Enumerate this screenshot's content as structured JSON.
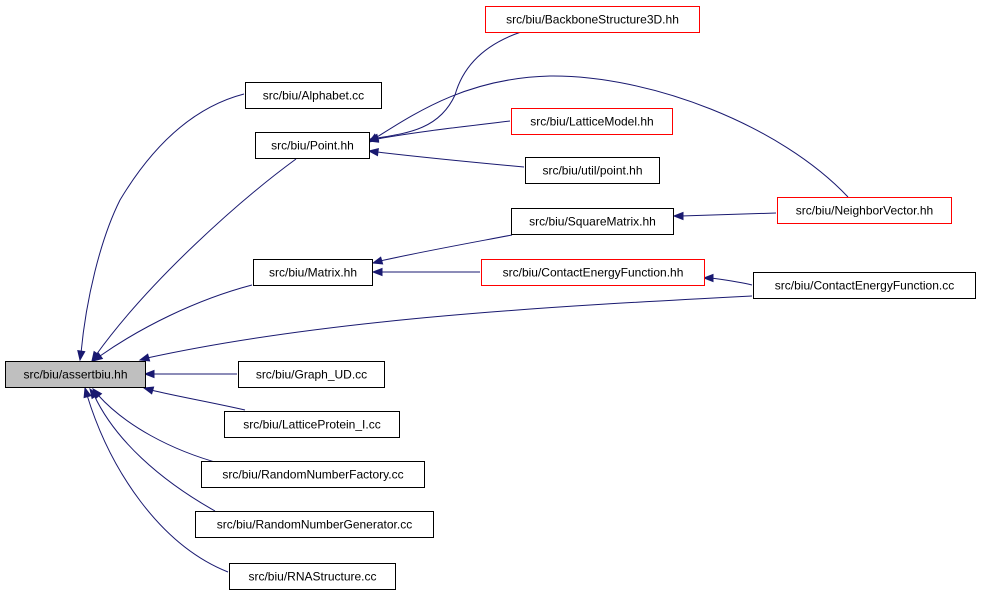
{
  "colors": {
    "edge": "#191970",
    "border_default": "#000000",
    "border_truncated": "#ff0000",
    "fill_default": "#ffffff",
    "fill_root": "#bfbfbf"
  },
  "nodes": [
    {
      "id": "assertbiu_hh",
      "label": "src/biu/assertbiu.hh",
      "style": "root"
    },
    {
      "id": "alphabet_cc",
      "label": "src/biu/Alphabet.cc",
      "style": "default"
    },
    {
      "id": "point_hh",
      "label": "src/biu/Point.hh",
      "style": "default"
    },
    {
      "id": "backbone_hh",
      "label": "src/biu/BackboneStructure3D.hh",
      "style": "truncated"
    },
    {
      "id": "latticemodel_hh",
      "label": "src/biu/LatticeModel.hh",
      "style": "truncated"
    },
    {
      "id": "util_point_hh",
      "label": "src/biu/util/point.hh",
      "style": "default"
    },
    {
      "id": "squarematrix_hh",
      "label": "src/biu/SquareMatrix.hh",
      "style": "default"
    },
    {
      "id": "neighborvector_hh",
      "label": "src/biu/NeighborVector.hh",
      "style": "truncated"
    },
    {
      "id": "matrix_hh",
      "label": "src/biu/Matrix.hh",
      "style": "default"
    },
    {
      "id": "cef_hh",
      "label": "src/biu/ContactEnergyFunction.hh",
      "style": "truncated"
    },
    {
      "id": "cef_cc",
      "label": "src/biu/ContactEnergyFunction.cc",
      "style": "default"
    },
    {
      "id": "graph_ud_cc",
      "label": "src/biu/Graph_UD.cc",
      "style": "default"
    },
    {
      "id": "latticeprotein_cc",
      "label": "src/biu/LatticeProtein_I.cc",
      "style": "default"
    },
    {
      "id": "rnf_cc",
      "label": "src/biu/RandomNumberFactory.cc",
      "style": "default"
    },
    {
      "id": "rng_cc",
      "label": "src/biu/RandomNumberGenerator.cc",
      "style": "default"
    },
    {
      "id": "rnastructure_cc",
      "label": "src/biu/RNAStructure.cc",
      "style": "default"
    }
  ],
  "edges": [
    {
      "from": "alphabet_cc",
      "to": "assertbiu_hh"
    },
    {
      "from": "point_hh",
      "to": "assertbiu_hh"
    },
    {
      "from": "matrix_hh",
      "to": "assertbiu_hh"
    },
    {
      "from": "cef_cc",
      "to": "assertbiu_hh"
    },
    {
      "from": "graph_ud_cc",
      "to": "assertbiu_hh"
    },
    {
      "from": "latticeprotein_cc",
      "to": "assertbiu_hh"
    },
    {
      "from": "rnf_cc",
      "to": "assertbiu_hh"
    },
    {
      "from": "rng_cc",
      "to": "assertbiu_hh"
    },
    {
      "from": "rnastructure_cc",
      "to": "assertbiu_hh"
    },
    {
      "from": "backbone_hh",
      "to": "point_hh"
    },
    {
      "from": "latticemodel_hh",
      "to": "point_hh"
    },
    {
      "from": "util_point_hh",
      "to": "point_hh"
    },
    {
      "from": "neighborvector_hh",
      "to": "point_hh"
    },
    {
      "from": "squarematrix_hh",
      "to": "matrix_hh"
    },
    {
      "from": "cef_hh",
      "to": "matrix_hh"
    },
    {
      "from": "neighborvector_hh",
      "to": "squarematrix_hh"
    },
    {
      "from": "cef_cc",
      "to": "cef_hh"
    }
  ]
}
